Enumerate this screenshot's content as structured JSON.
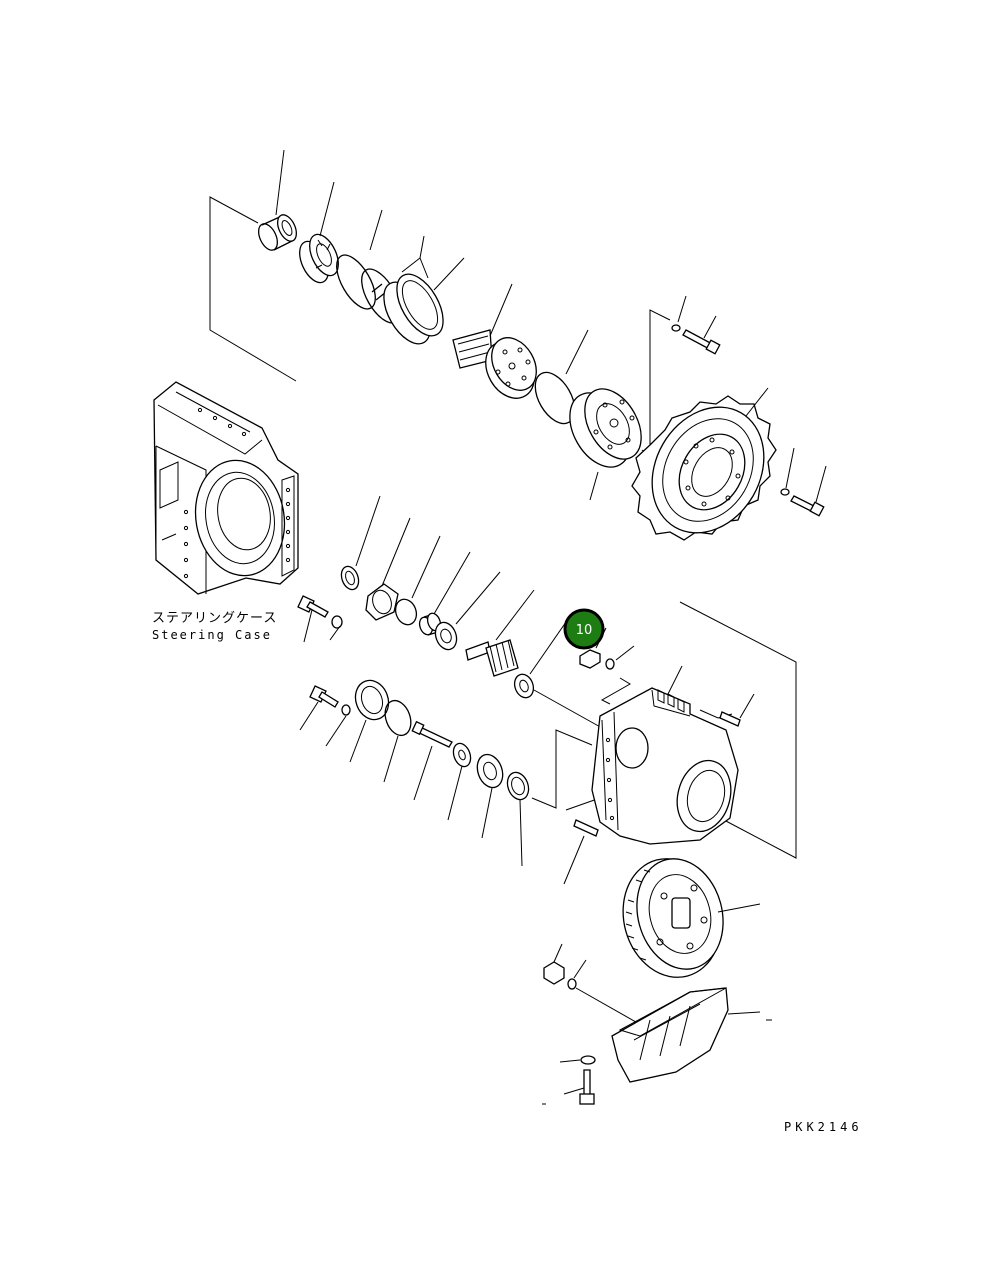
{
  "labels": {
    "steering_case_jp": "ステアリングケース",
    "steering_case_en": "Steering Case",
    "drawing_code": "PKK2146"
  },
  "callouts": [
    {
      "number": "10",
      "color": "#1e7d12"
    }
  ],
  "colors": {
    "line": "#000000",
    "background": "#ffffff",
    "callout_fill": "#1e7d12",
    "callout_text": "#ffffff"
  }
}
